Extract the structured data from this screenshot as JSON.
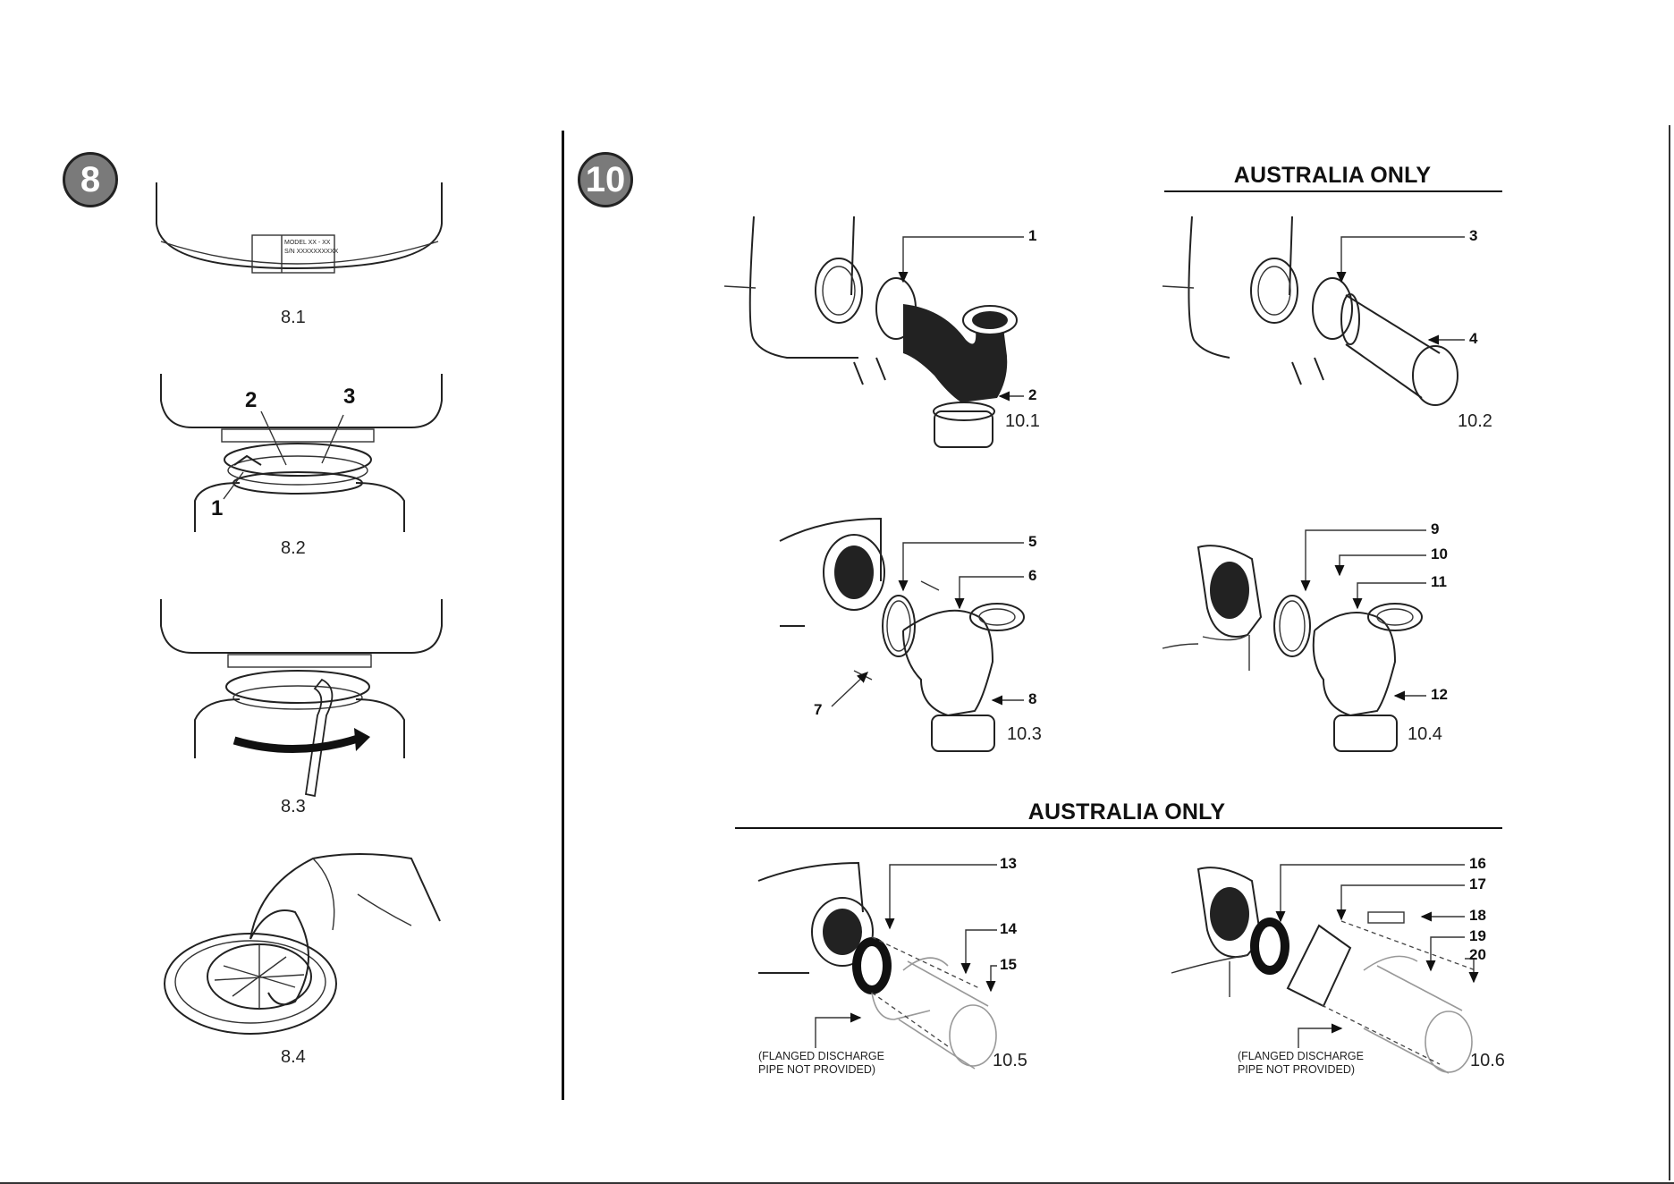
{
  "steps": {
    "left_number": "8",
    "right_number": "10"
  },
  "headings": {
    "top_right": "AUSTRALIA ONLY",
    "bottom": "AUSTRALIA ONLY"
  },
  "step8": {
    "figures": [
      "8.1",
      "8.2",
      "8.3",
      "8.4"
    ],
    "nameplate_lines": [
      "MODEL XX - XX",
      "S/N XXXXXXXXXX"
    ],
    "callouts_8_2": [
      "1",
      "2",
      "3"
    ]
  },
  "step10": {
    "figures": [
      "10.1",
      "10.2",
      "10.3",
      "10.4",
      "10.5",
      "10.6"
    ],
    "callouts": [
      "1",
      "2",
      "3",
      "4",
      "5",
      "6",
      "7",
      "8",
      "9",
      "10",
      "11",
      "12",
      "13",
      "14",
      "15",
      "16",
      "17",
      "18",
      "19",
      "20"
    ],
    "note_10_5": [
      "(FLANGED DISCHARGE",
      "PIPE NOT PROVIDED)"
    ],
    "note_10_6": [
      "(FLANGED DISCHARGE",
      "PIPE NOT PROVIDED)"
    ]
  },
  "colors": {
    "badge_fill": "#7a7a7a",
    "ink": "#111111",
    "paper": "#ffffff"
  }
}
